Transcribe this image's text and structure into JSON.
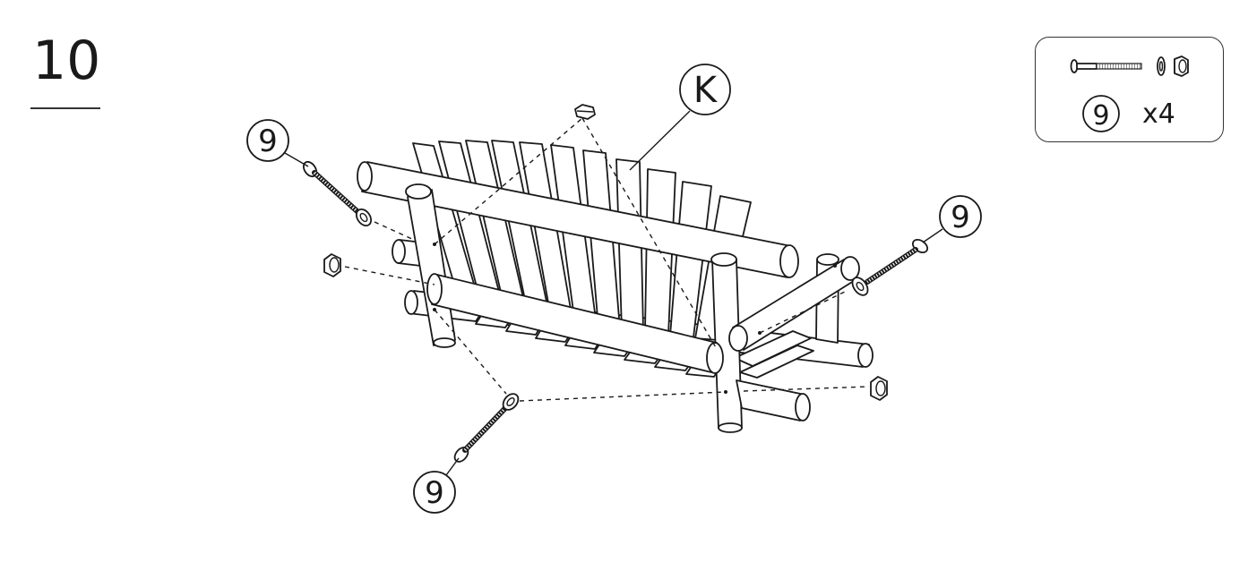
{
  "step": {
    "number": "10"
  },
  "part_label": "K",
  "callouts": {
    "hardware": "9"
  },
  "parts_box": {
    "callout": "9",
    "quantity": "x4"
  }
}
